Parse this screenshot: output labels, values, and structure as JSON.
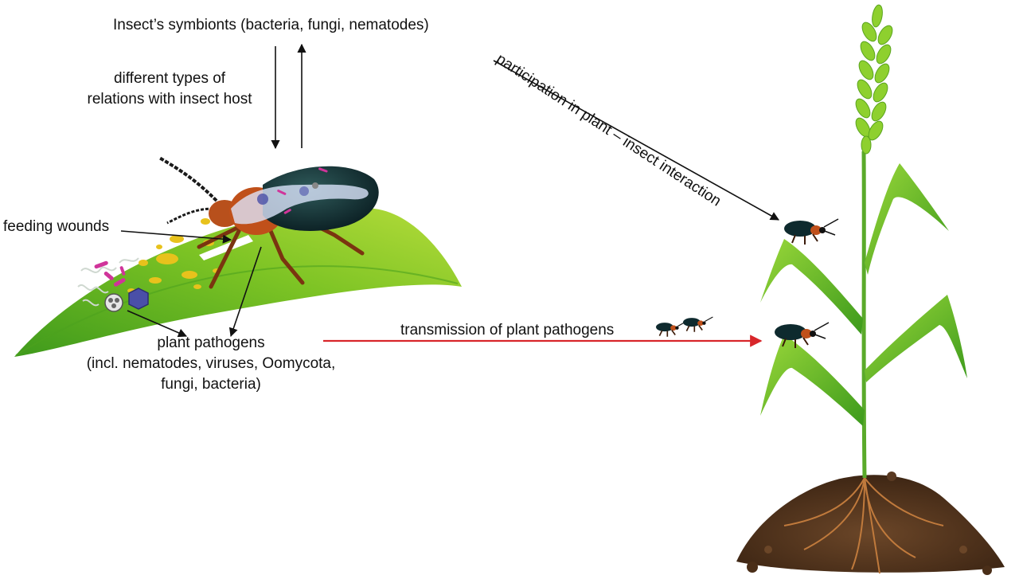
{
  "labels": {
    "symbionts": "Insect’s symbionts (bacteria, fungi, nematodes)",
    "relations_line1": "different types of",
    "relations_line2": "relations with insect host",
    "feeding_wounds": "feeding wounds",
    "pathogens_line1": "plant pathogens",
    "pathogens_line2": "(incl. nematodes, viruses, Oomycota,",
    "pathogens_line3": "fungi, bacteria)",
    "transmission": "transmission of plant pathogens",
    "participation": "participation in plant – insect interaction"
  },
  "colors": {
    "leaf_light": "#9bd12a",
    "leaf_dark": "#3f9a1c",
    "beetle_body": "#0e2a2e",
    "beetle_thorax": "#c0501a",
    "symbiont_highlight": "#dfe8ff",
    "pathogen_yellow": "#e8c21c",
    "bacteria_magenta": "#d0349a",
    "virus_purple": "#4a4fa8",
    "soil": "#5a3a22",
    "root": "#c07a3c",
    "arrow_black": "#111111",
    "arrow_red": "#d8262a"
  },
  "icons": [
    "beetle-icon",
    "leaf-icon",
    "wheat-plant-icon",
    "soil-icon",
    "root-icon",
    "virus-icon",
    "bacteria-icon",
    "nematode-icon"
  ]
}
